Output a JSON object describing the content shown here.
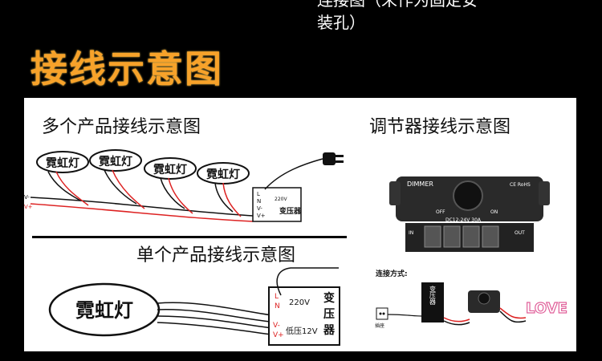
{
  "header": {
    "top_line_1": "连接图（未作为固定安",
    "top_line_2": "装孔）",
    "main_title": "接线示意图"
  },
  "sections": {
    "multi_title": "多个产品接线示意图",
    "dimmer_title": "调节器接线示意图",
    "single_title": "单个产品接线示意图"
  },
  "multi_diagram": {
    "lamp_label": "霓虹灯",
    "wire_v_minus": "V-",
    "wire_v_plus": "V+",
    "transformer_label": "变压器",
    "pins": [
      "L",
      "N",
      "V-",
      "V+"
    ],
    "voltage": "220V"
  },
  "single_diagram": {
    "lamp_label": "霓虹灯",
    "transformer_label_1": "变",
    "transformer_label_2": "压",
    "transformer_label_3": "器",
    "pin_l": "L",
    "pin_n": "N",
    "pin_vminus": "V-",
    "pin_vplus": "V+",
    "input_voltage": "220V",
    "output_voltage": "低压12V"
  },
  "dimmer": {
    "brand": "DIMMER",
    "off": "OFF",
    "on": "ON",
    "spec": "DC12-24V 30A",
    "in_label": "IN",
    "out_label": "OUT",
    "cert": "CE RoHS"
  },
  "connection": {
    "title": "连接方式:",
    "socket_label": "插座",
    "transformer": "变压器",
    "love_text": "LOVE"
  },
  "colors": {
    "title_orange": "#f7a22a",
    "wire_red": "#d22",
    "wire_black": "#111"
  }
}
